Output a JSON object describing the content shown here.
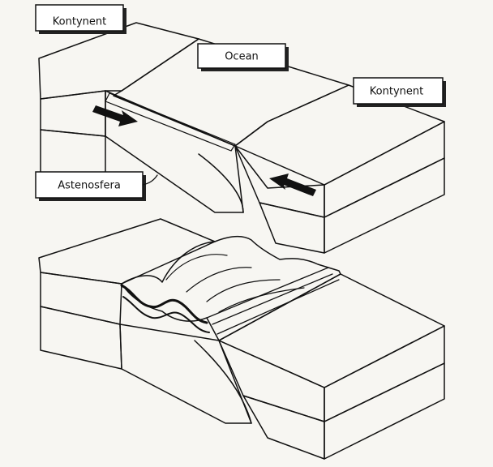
{
  "labels": {
    "continent_left": "Kontynent",
    "ocean": "Ocean",
    "continent_right": "Kontynent",
    "asthenosphere": "Astenosfera"
  },
  "colors": {
    "ink": "#111111",
    "paper": "#f7f6f2",
    "block_face": "#ffffff",
    "sediment": "#e8e6df",
    "fold_fill": "#d9d6cc"
  }
}
